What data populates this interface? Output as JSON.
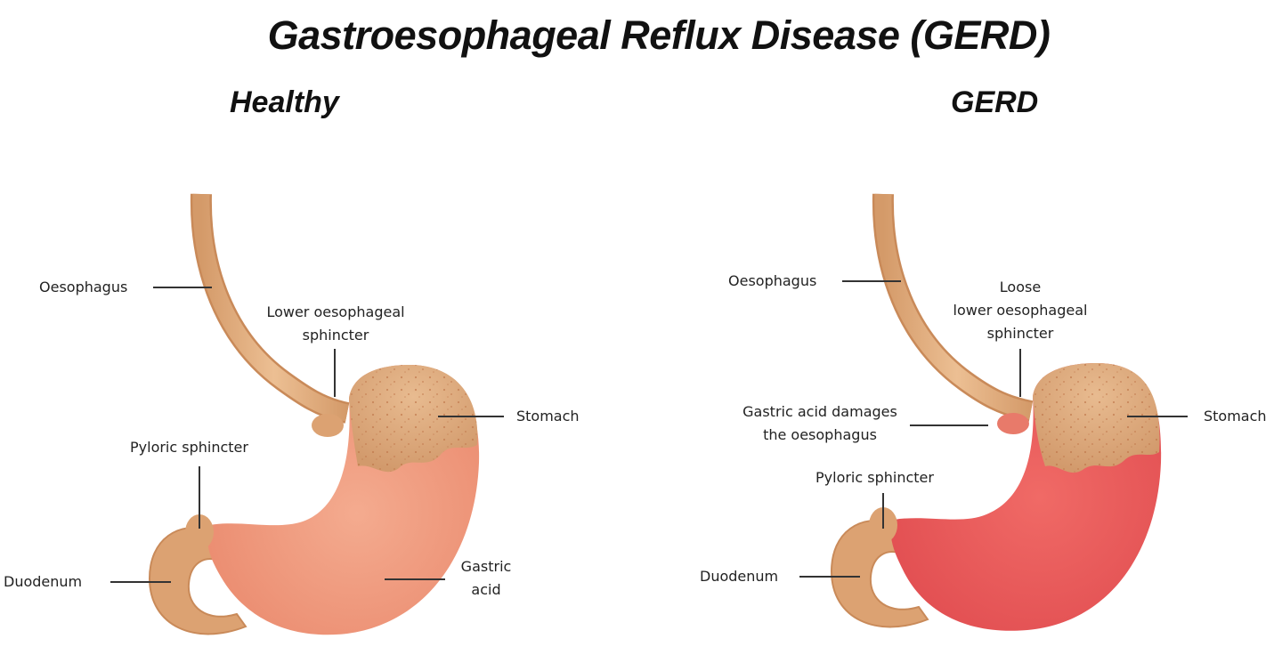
{
  "title": "Gastroesophageal Reflux Disease (GERD)",
  "colors": {
    "tube": "#e1ac7c",
    "tube_dark": "#c98a59",
    "stomach_top": "#dcae80",
    "acid_healthy": "#ef9a7f",
    "acid_gerd": "#ec5d5d",
    "label_text": "#222222",
    "leader_line": "#333333"
  },
  "panels": {
    "healthy": {
      "title": "Healthy",
      "labels": {
        "oesophagus": "Oesophagus",
        "les_line1": "Lower oesophageal",
        "les_line2": "sphincter",
        "stomach": "Stomach",
        "pyloric": "Pyloric sphincter",
        "duodenum": "Duodenum",
        "acid_line1": "Gastric",
        "acid_line2": "acid"
      }
    },
    "gerd": {
      "title": "GERD",
      "labels": {
        "oesophagus": "Oesophagus",
        "les_line1": "Loose",
        "les_line2": "lower oesophageal",
        "les_line3": "sphincter",
        "stomach": "Stomach",
        "damage_line1": "Gastric acid damages",
        "damage_line2": "the oesophagus",
        "pyloric": "Pyloric sphincter",
        "duodenum": "Duodenum"
      }
    }
  }
}
